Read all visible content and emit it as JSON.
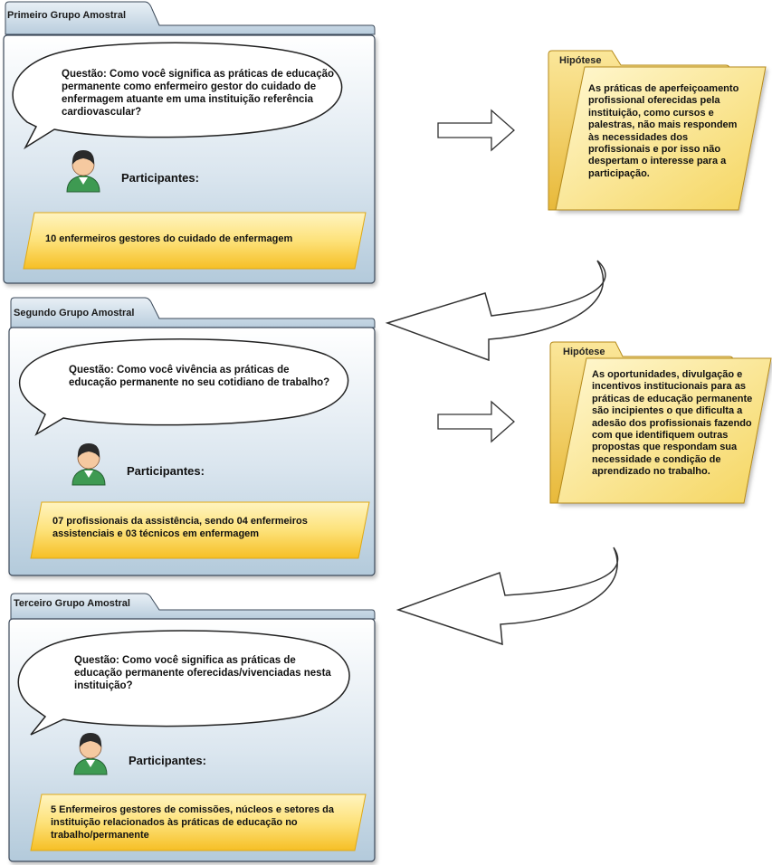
{
  "groups": [
    {
      "tab": "Primeiro Grupo Amostral",
      "question": "Questão: Como você significa as práticas de educação permanente como enfermeiro gestor do cuidado de enfermagem atuante em uma instituição referência cardiovascular?",
      "participants_label": "Participantes:",
      "participants": "10 enfermeiros gestores do cuidado de enfermagem"
    },
    {
      "tab": "Segundo Grupo Amostral",
      "question": "Questão: Como você vivência as práticas de educação permanente no seu cotidiano de trabalho?",
      "participants_label": "Participantes:",
      "participants": "07 profissionais da assistência, sendo 04 enfermeiros assistenciais e 03 técnicos em enfermagem"
    },
    {
      "tab": "Terceiro Grupo Amostral",
      "question": "Questão: Como você significa as práticas de educação permanente oferecidas/vivenciadas nesta instituição?",
      "participants_label": "Participantes:",
      "participants": "5 Enfermeiros gestores de comissões, núcleos e setores da instituição relacionados às práticas de educação no trabalho/permanente"
    }
  ],
  "hypotheses": [
    {
      "tab": "Hipótese",
      "text": "As práticas de aperfeiçoamento profissional oferecidas pela instituição, como cursos e palestras, não mais respondem às necessidades dos profissionais e por isso não despertam o interesse para a participação."
    },
    {
      "tab": "Hipótese",
      "text": "As oportunidades, divulgação e incentivos institucionais para as práticas de educação permanente são incipientes o que dificulta a adesão dos profissionais fazendo com que identifiquem outras propostas que respondam sua necessidade e condição de aprendizado no trabalho."
    }
  ],
  "colors": {
    "panel_top": "#ffffff",
    "panel_bottom": "#b3cadb",
    "panel_border": "#3c4a5a",
    "tab_fill": "#c4d5e3",
    "banner_light": "#fff1b0",
    "banner_dark": "#f6c02a",
    "folder_light": "#fff6c4",
    "folder_dark": "#f2cf55",
    "person_shirt": "#3e9a52",
    "person_hair": "#2a2a2a",
    "person_skin": "#f5c9a0"
  },
  "icons": [
    "person-icon",
    "right-arrow-icon",
    "curved-arrow-icon"
  ]
}
